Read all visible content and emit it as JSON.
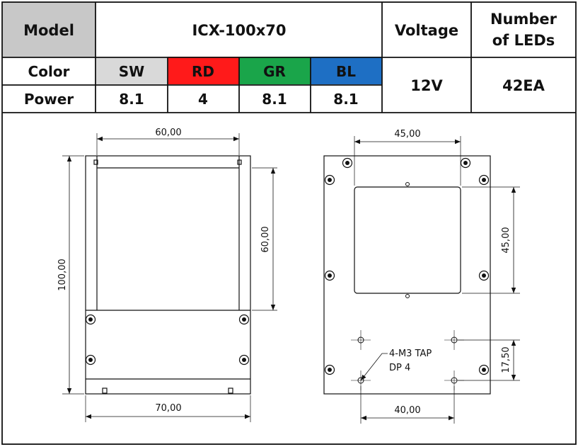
{
  "header": {
    "model_label": "Model",
    "model_value": "ICX-100x70",
    "voltage_label": "Voltage",
    "leds_label_line1": "Number",
    "leds_label_line2": "of LEDs",
    "color_label": "Color",
    "power_label": "Power",
    "voltage_value": "12V",
    "leds_value": "42EA"
  },
  "variants": [
    {
      "code": "SW",
      "power": "8.1",
      "color": "#d9d9d9",
      "text_color": "#111111"
    },
    {
      "code": "RD",
      "power": "4",
      "color": "#ff1a1a",
      "text_color": "#ffffff"
    },
    {
      "code": "GR",
      "power": "8.1",
      "color": "#1aa54a",
      "text_color": "#ffffff"
    },
    {
      "code": "BL",
      "power": "8.1",
      "color": "#1e6fc4",
      "text_color": "#ffffff"
    }
  ],
  "colors": {
    "model_cell_bg": "#c8c8c8",
    "line": "#111111"
  },
  "drawing": {
    "front": {
      "width_top": "60,00",
      "height_left": "100,00",
      "window_height": "60,00",
      "width_bottom": "70,00"
    },
    "back": {
      "window_width": "45,00",
      "window_height": "45,00",
      "hole_vertical": "17,50",
      "hole_horizontal": "40,00",
      "tap_line1": "4-M3 TAP",
      "tap_line2": "DP 4"
    }
  }
}
